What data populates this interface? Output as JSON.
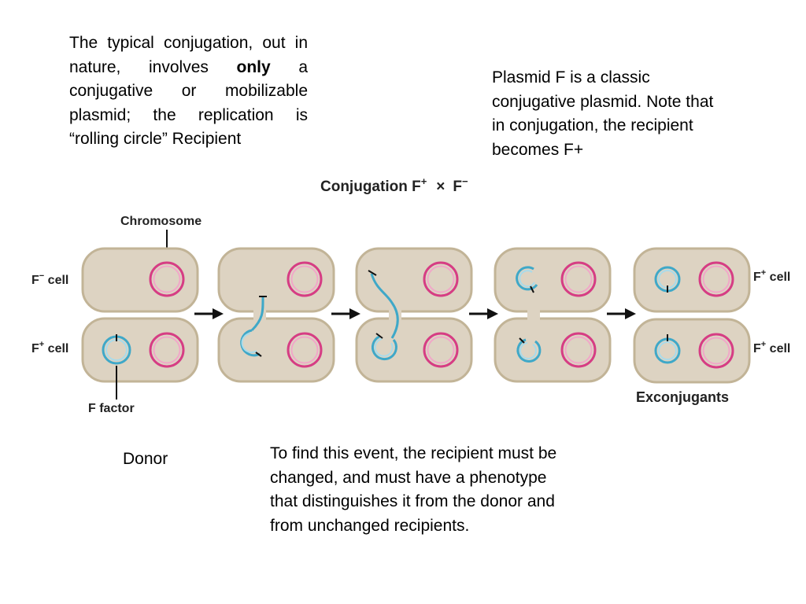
{
  "text_top_left": {
    "part1": "The typical conjugation, out in nature, involves ",
    "bold": "only",
    "part2": " a conjugative or mobilizable plasmid; the replication is “rolling circle” Recipient"
  },
  "text_top_right": "Plasmid F is a classic conjugative plasmid. Note that in conjugation, the recipient becomes F+",
  "text_bottom": "To find this event, the recipient must be changed, and must have a phenotype that distinguishes it from the donor and from unchanged recipients.",
  "label_donor": "Donor",
  "diagram": {
    "title": "Conjugation F",
    "title_sup1": "+",
    "title_times": "×",
    "title_f2": "F",
    "title_sup2": "−",
    "chromosome_label": "Chromosome",
    "f_factor_label": "F factor",
    "exconjugants_label": "Exconjugants",
    "left_top_label": "F",
    "left_top_sup": "−",
    "left_top_suffix": " cell",
    "left_bottom_label": "F",
    "left_bottom_sup": "+",
    "left_bottom_suffix": " cell",
    "right_top_label": "F",
    "right_top_sup": "+",
    "right_top_suffix": " cell",
    "right_bottom_label": "F",
    "right_bottom_sup": "+",
    "right_bottom_suffix": " cell"
  },
  "colors": {
    "cell_fill": "#ddd3c2",
    "cell_stroke": "#c2b497",
    "chromosome": "#d63d84",
    "plasmid": "#3fa8c8",
    "arrow": "#111111"
  }
}
